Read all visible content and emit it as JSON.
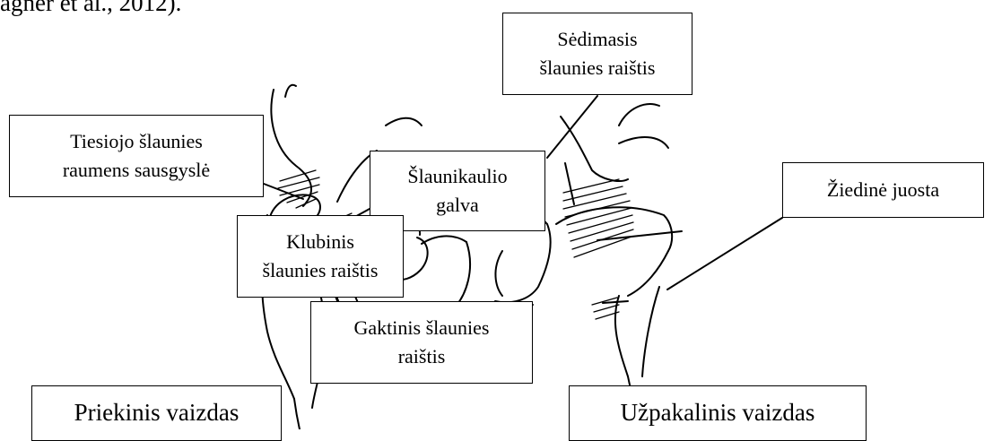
{
  "citation": "agner et al., 2012).",
  "labels": {
    "sedimasis": [
      "Sėdimasis",
      "šlaunies raištis"
    ],
    "tiesiojo": [
      "Tiesiojo šlaunies",
      "raumens sausgyslė"
    ],
    "slaunikaulio": [
      "Šlaunikaulio",
      "galva"
    ],
    "ziedine": [
      "Žiedinė juosta"
    ],
    "klubinis": [
      "Klubinis",
      "šlaunies raištis"
    ],
    "gaktinis": [
      "Gaktinis šlaunies",
      "raištis"
    ],
    "priekinis": "Priekinis vaizdas",
    "uzpakalinis": "Užpakalinis vaizdas"
  }
}
